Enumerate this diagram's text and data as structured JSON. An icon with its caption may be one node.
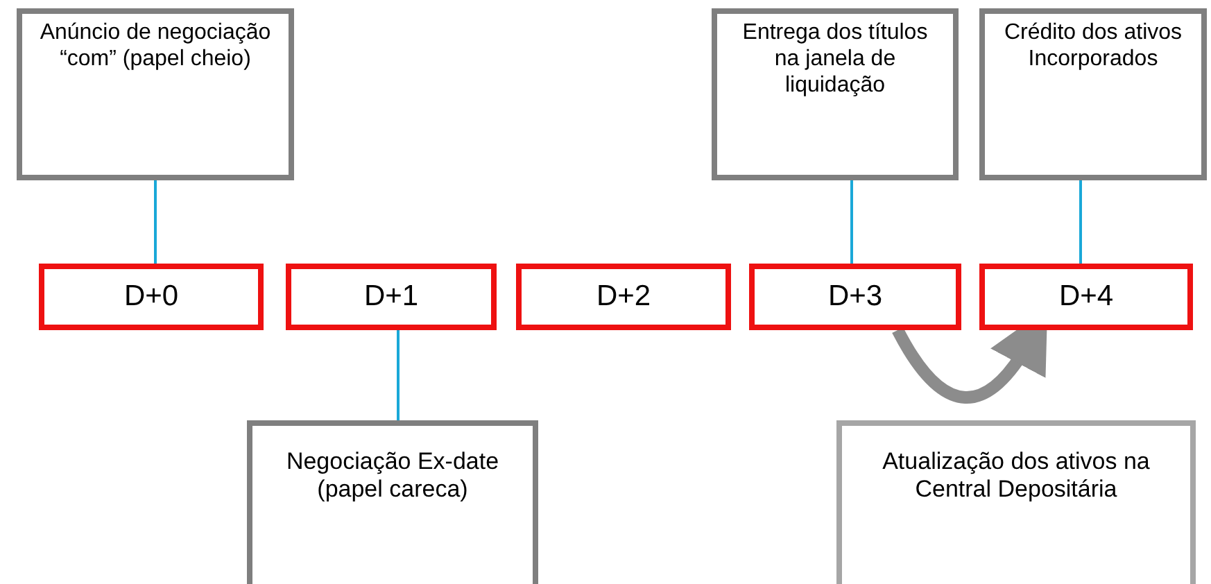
{
  "diagram": {
    "nodes": [
      {
        "text": [
          "Anúncio de negociação “com” (papel cheio)"
        ]
      },
      {
        "text": [
          "Entrega dos títulos na janela de liquidação"
        ]
      },
      {
        "text": [
          "Crédito dos ativos Incorporados"
        ]
      },
      {
        "text": [
          "D+0"
        ]
      },
      {
        "text": [
          "D+1"
        ]
      },
      {
        "text": [
          "D+2"
        ]
      },
      {
        "text": [
          "D+3"
        ]
      },
      {
        "text": [
          "D+4"
        ]
      },
      {
        "text": [
          "Negociação Ex-date (papel careca)"
        ]
      },
      {
        "text": [
          "Atualização dos ativos na Central Depositária"
        ]
      }
    ],
    "edges": [
      {
        "from": 0,
        "to": 3,
        "arrow": "none"
      },
      {
        "from": 1,
        "to": 6,
        "arrow": "none"
      },
      {
        "from": 2,
        "to": 7,
        "arrow": "none"
      },
      {
        "from": 4,
        "to": 8,
        "arrow": "none"
      },
      {
        "from": 6,
        "to": 7,
        "arrow": "to",
        "style": "thick",
        "color": "#8c8c8c"
      }
    ]
  }
}
